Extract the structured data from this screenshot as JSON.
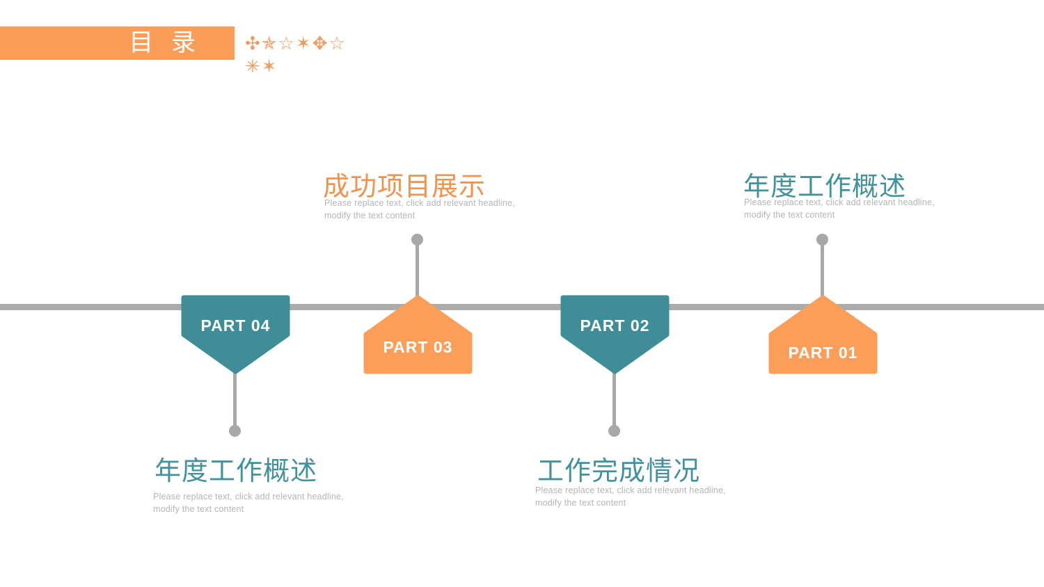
{
  "slide": {
    "title_label": "目 录",
    "decor": {
      "line1": "✣✯☆✶✥☆",
      "line2": "✳✶"
    }
  },
  "sections": [
    {
      "id": "part-01",
      "part_label": "PART 01",
      "heading": "年度工作概述",
      "desc_line1": "Please replace text, click add relevant headline,",
      "desc_line2": "modify the text content",
      "shape_color": "orange",
      "heading_color": "teal",
      "heading_position": "above"
    },
    {
      "id": "part-02",
      "part_label": "PART 02",
      "heading": "工作完成情况",
      "desc_line1": "Please replace text, click add relevant headline,",
      "desc_line2": "modify the text content",
      "shape_color": "teal",
      "heading_color": "teal",
      "heading_position": "below"
    },
    {
      "id": "part-03",
      "part_label": "PART 03",
      "heading": "成功项目展示",
      "desc_line1": "Please replace text, click add relevant headline,",
      "desc_line2": "modify the text content",
      "shape_color": "orange",
      "heading_color": "orange",
      "heading_position": "above"
    },
    {
      "id": "part-04",
      "part_label": "PART 04",
      "heading": "年度工作概述",
      "desc_line1": "Please replace text, click add relevant headline,",
      "desc_line2": "modify the text content",
      "shape_color": "teal",
      "heading_color": "teal",
      "heading_position": "below"
    }
  ],
  "colors": {
    "orange": "#FA9E59",
    "teal": "#3F8E97",
    "orange_heading": "#F09350",
    "teal_heading": "#43919B",
    "timeline_gray": "#ABABAB",
    "connector_gray": "#A8A8A8",
    "description_gray": "#B4B4B4",
    "label_white": "#FFFFFF"
  }
}
